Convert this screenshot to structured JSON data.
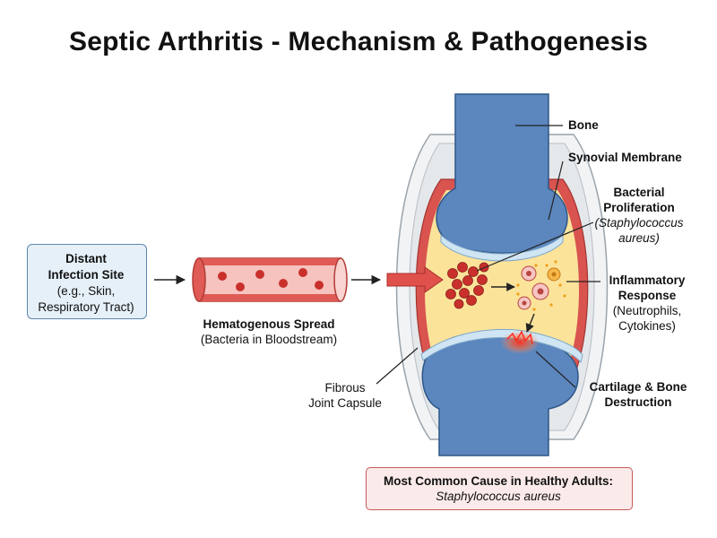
{
  "title": "Septic Arthritis - Mechanism & Pathogenesis",
  "infection": {
    "line1": "Distant",
    "line2": "Infection Site",
    "line3": "(e.g., Skin,",
    "line4": "Respiratory Tract)"
  },
  "spread": {
    "title": "Hematogenous Spread",
    "sub": "(Bacteria in Bloodstream)"
  },
  "capsule": {
    "line1": "Fibrous",
    "line2": "Joint Capsule"
  },
  "labels": {
    "bone": "Bone",
    "synovial": "Synovial Membrane",
    "bacterial_line1": "Bacterial",
    "bacterial_line2": "Proliferation",
    "bacterial_line3": "(Staphylococcus",
    "bacterial_line4": "aureus)",
    "inflam_line1": "Inflammatory",
    "inflam_line2": "Response",
    "inflam_line3": "(Neutrophils,",
    "inflam_line4": "Cytokines)",
    "cart_line1": "Cartilage & Bone",
    "cart_line2": "Destruction"
  },
  "note": {
    "line1": "Most Common Cause in Healthy Adults:",
    "line2": "Staphylococcus aureus"
  },
  "colors": {
    "bone": "#5b86be",
    "synovial": "#d9534f",
    "fluid": "#fbe39a",
    "cartilage": "#cfe5f3",
    "bacteria": "#c9302c",
    "vessel": "#e05b55"
  }
}
